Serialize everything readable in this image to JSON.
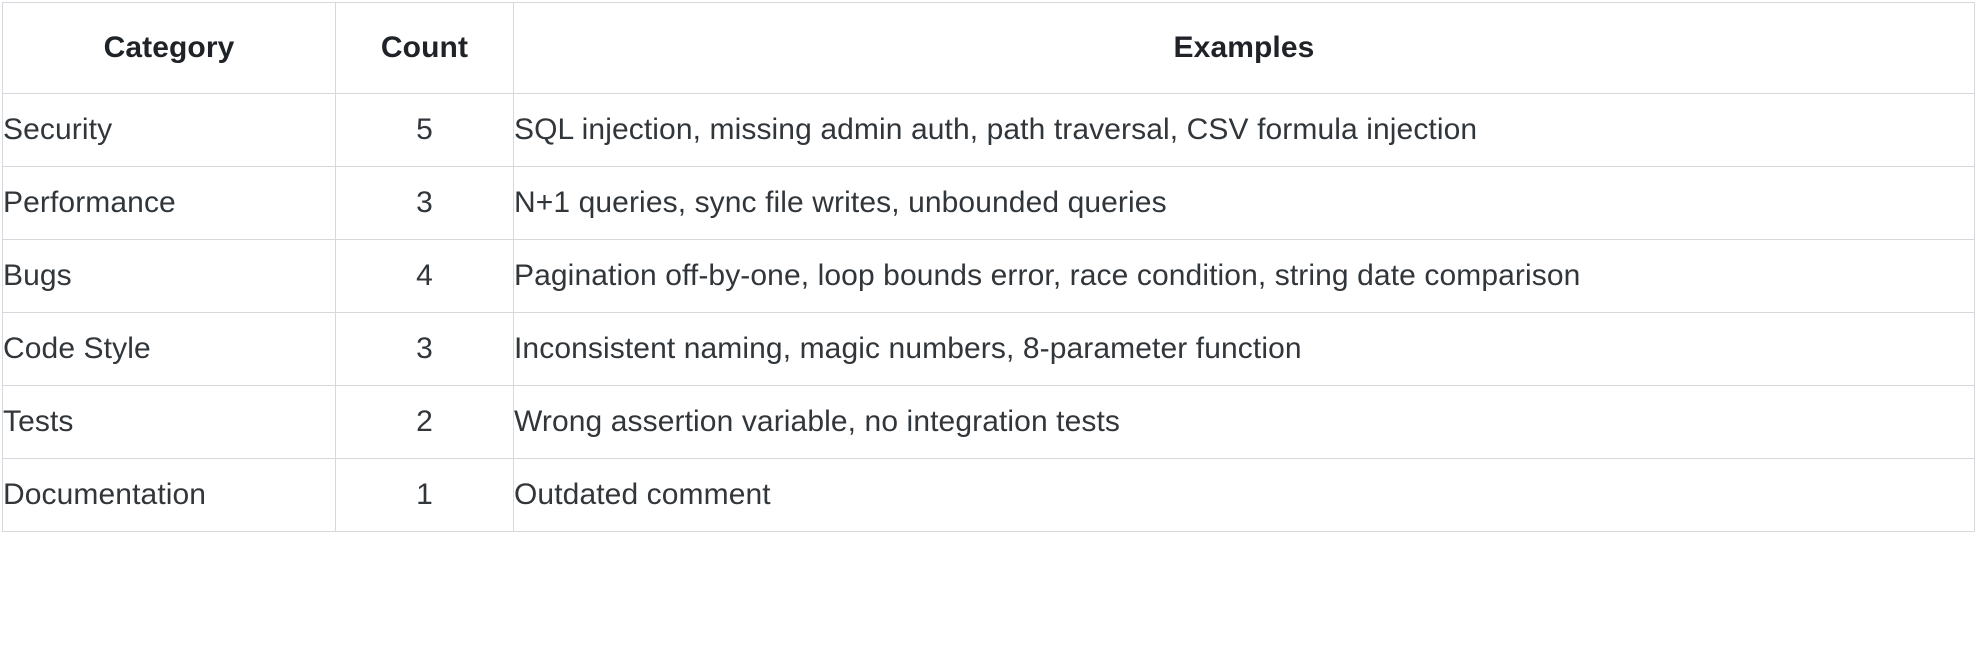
{
  "table": {
    "columns": [
      {
        "key": "category",
        "label": "Category",
        "align": "center"
      },
      {
        "key": "count",
        "label": "Count",
        "align": "center"
      },
      {
        "key": "examples",
        "label": "Examples",
        "align": "center"
      }
    ],
    "rows": [
      {
        "category": "Security",
        "count": "5",
        "examples": "SQL injection, missing admin auth, path traversal, CSV formula injection"
      },
      {
        "category": "Performance",
        "count": "3",
        "examples": "N+1 queries, sync file writes, unbounded queries"
      },
      {
        "category": "Bugs",
        "count": "4",
        "examples": "Pagination off-by-one, loop bounds error, race condition, string date comparison"
      },
      {
        "category": "Code Style",
        "count": "3",
        "examples": "Inconsistent naming, magic numbers, 8-parameter function"
      },
      {
        "category": "Tests",
        "count": "2",
        "examples": "Wrong assertion variable, no integration tests"
      },
      {
        "category": "Documentation",
        "count": "1",
        "examples": "Outdated comment"
      }
    ]
  },
  "style": {
    "border_color": "#d5d8dc",
    "header_text_color": "#1f2328",
    "body_text_color": "#31363b",
    "background_color": "#ffffff"
  }
}
